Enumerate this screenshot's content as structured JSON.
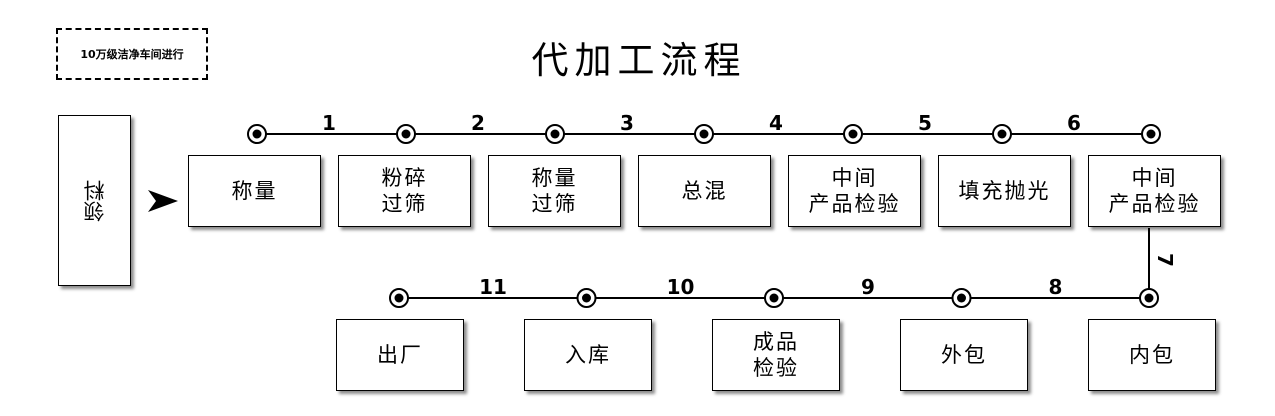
{
  "badge": "10万级洁净车间进行",
  "title": "代加工流程",
  "start_box": "领料",
  "top_row": [
    {
      "lines": [
        "称量"
      ]
    },
    {
      "lines": [
        "粉碎",
        "过筛"
      ]
    },
    {
      "lines": [
        "称量",
        "过筛"
      ]
    },
    {
      "lines": [
        "总混"
      ]
    },
    {
      "lines": [
        "中间",
        "产品检验"
      ]
    },
    {
      "lines": [
        "填充抛光"
      ]
    },
    {
      "lines": [
        "中间",
        "产品检验"
      ]
    }
  ],
  "bottom_row": [
    {
      "lines": [
        "出厂"
      ]
    },
    {
      "lines": [
        "入库"
      ]
    },
    {
      "lines": [
        "成品",
        "检验"
      ]
    },
    {
      "lines": [
        "外包"
      ]
    },
    {
      "lines": [
        "内包"
      ]
    }
  ],
  "top_steps": [
    "1",
    "2",
    "3",
    "4",
    "5",
    "6"
  ],
  "vertical_step": "7",
  "bottom_steps": [
    "11",
    "10",
    "9",
    "8"
  ]
}
